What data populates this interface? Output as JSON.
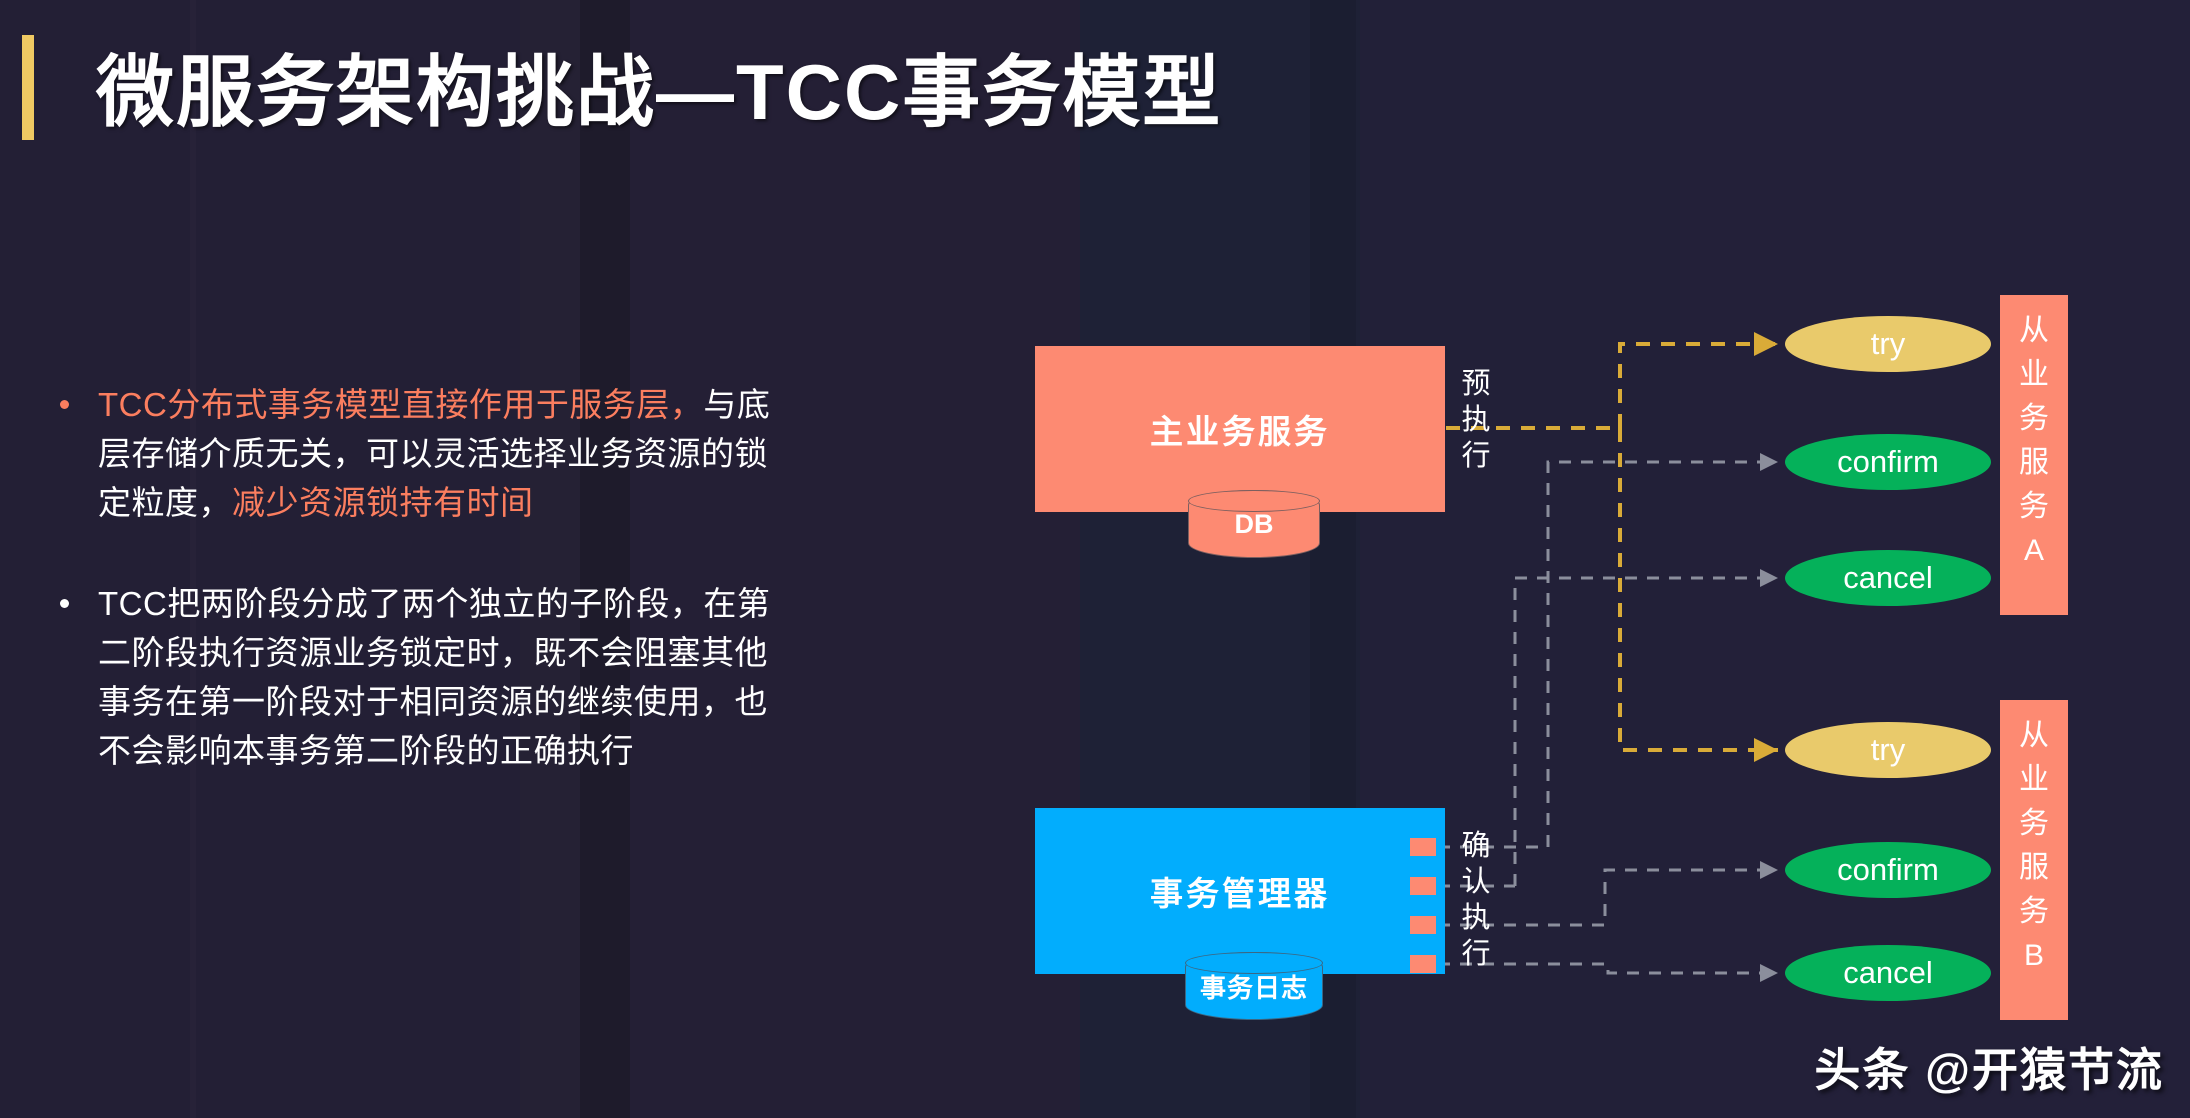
{
  "slide": {
    "title": "微服务架构挑战—TCC事务模型",
    "watermark": "头条 @开猿节流",
    "colors": {
      "background": "#231f35",
      "title_accent": "#f0c963",
      "highlight_text": "#fb7e5f",
      "salmon": "#fd8a72",
      "blue": "#02adfd",
      "green": "#05b15a",
      "yellow": "#e9ca6b",
      "wire_gray": "#8b8e9c",
      "wire_yellow": "#d9ab38"
    }
  },
  "bullets": [
    {
      "segments": [
        {
          "text": "TCC分布式事务模型直接作用于服务层，",
          "highlight": true
        },
        {
          "text": "与底层存储介质无关，可以灵活选择业务资源的锁定粒度，",
          "highlight": false
        },
        {
          "text": "减少资源锁持有时间",
          "highlight": true
        }
      ]
    },
    {
      "segments": [
        {
          "text": "TCC把两阶段分成了两个独立的子阶段，在第二阶段执行资源业务锁定时，既不会阻塞其他事务在第一阶段对于相同资源的继续使用，也不会影响本事务第二阶段的正确执行",
          "highlight": false
        }
      ]
    }
  ],
  "diagram": {
    "main_service": {
      "label": "主业务服务",
      "db_label": "DB"
    },
    "tx_manager": {
      "label": "事务管理器",
      "log_label": "事务日志"
    },
    "phase_labels": {
      "pre_execute": "预执行",
      "confirm_execute": "确认执行"
    },
    "service_a": {
      "title": "从业务服务A",
      "chars": [
        "从",
        "业",
        "务",
        "服",
        "务",
        "A"
      ],
      "operations": [
        {
          "name": "try",
          "kind": "try"
        },
        {
          "name": "confirm",
          "kind": "act"
        },
        {
          "name": "cancel",
          "kind": "act"
        }
      ]
    },
    "service_b": {
      "title": "从业务服务B",
      "chars": [
        "从",
        "业",
        "务",
        "服",
        "务",
        "B"
      ],
      "operations": [
        {
          "name": "try",
          "kind": "try"
        },
        {
          "name": "confirm",
          "kind": "act"
        },
        {
          "name": "cancel",
          "kind": "act"
        }
      ]
    }
  }
}
